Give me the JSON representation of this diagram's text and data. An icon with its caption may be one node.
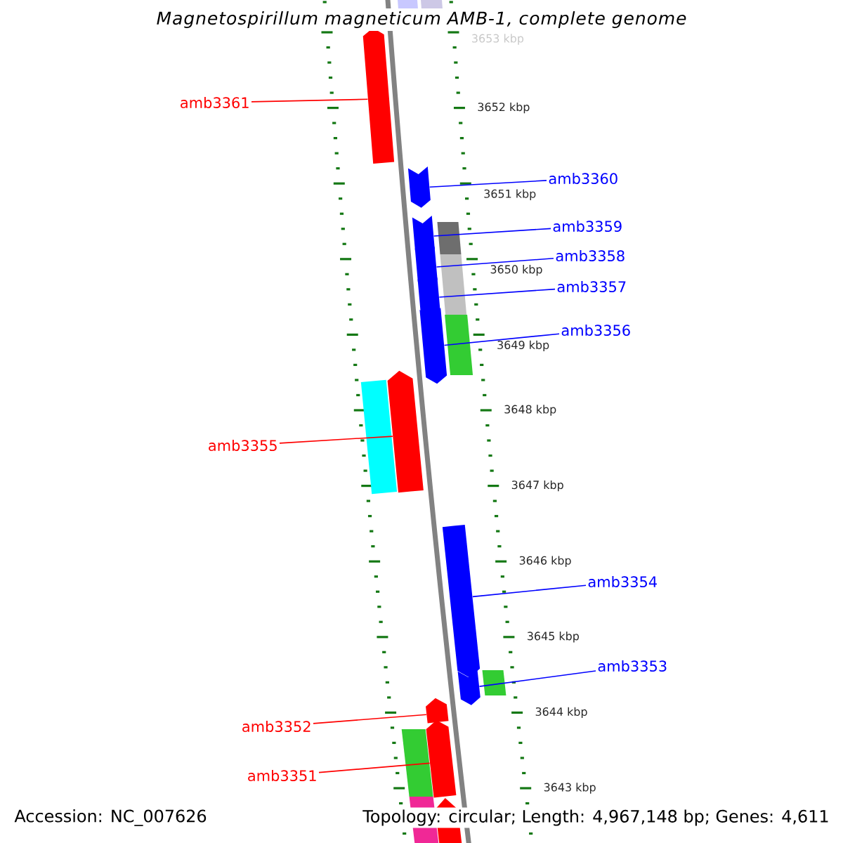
{
  "diagram": {
    "title": "Magnetospirillum magneticum AMB-1, complete genome",
    "nodes": [
      {
        "text": [
          "amb3361"
        ]
      },
      {
        "text": [
          "amb3360"
        ]
      },
      {
        "text": [
          "amb3359"
        ]
      },
      {
        "text": [
          "amb3358"
        ]
      },
      {
        "text": [
          "amb3357"
        ]
      },
      {
        "text": [
          "amb3356"
        ]
      },
      {
        "text": [
          "amb3355"
        ]
      },
      {
        "text": [
          "amb3354"
        ]
      },
      {
        "text": [
          "amb3353"
        ]
      },
      {
        "text": [
          "amb3352"
        ]
      },
      {
        "text": [
          "amb3351"
        ]
      },
      {
        "text": [],
        "shape": "bar"
      },
      {
        "text": [],
        "shape": "bar"
      },
      {
        "text": [],
        "shape": "bar"
      },
      {
        "text": [],
        "shape": "bar"
      },
      {
        "text": [],
        "shape": "bar"
      },
      {
        "text": [],
        "shape": "bar"
      },
      {
        "text": [],
        "shape": "bar"
      },
      {
        "text": [],
        "shape": "bar"
      },
      {
        "text": [],
        "shape": "bar"
      },
      {
        "text": [],
        "shape": "bar"
      },
      {
        "text": [],
        "shape": "bar"
      },
      {
        "text": [],
        "shape": "bar"
      }
    ],
    "edges": [
      {
        "from": 0,
        "to": 11,
        "arrow": "none",
        "color": "#ff0000"
      },
      {
        "from": 1,
        "to": 12,
        "arrow": "none"
      },
      {
        "from": 2,
        "to": 13,
        "arrow": "none"
      },
      {
        "from": 3,
        "to": 14,
        "arrow": "none"
      },
      {
        "from": 4,
        "to": 15,
        "arrow": "none"
      },
      {
        "from": 5,
        "to": 16,
        "arrow": "none"
      },
      {
        "from": 6,
        "to": 18,
        "arrow": "none",
        "color": "#ff0000"
      },
      {
        "from": 7,
        "to": 19,
        "arrow": "none"
      },
      {
        "from": 8,
        "to": 20,
        "arrow": "none"
      },
      {
        "from": 9,
        "to": 21,
        "arrow": "none",
        "color": "#ff0000"
      },
      {
        "from": 10,
        "to": 22,
        "arrow": "none",
        "color": "#ff0000"
      }
    ],
    "labels": [
      "3653 kbp",
      "3652 kbp",
      "3651 kbp",
      "3650 kbp",
      "3649 kbp",
      "3648 kbp",
      "3647 kbp",
      "3646 kbp",
      "3645 kbp",
      "3644 kbp",
      "3643 kbp",
      "Accession: NC_007626",
      "Topology: circular; Length: 4,967,148 bp; Genes: 4,611"
    ]
  }
}
